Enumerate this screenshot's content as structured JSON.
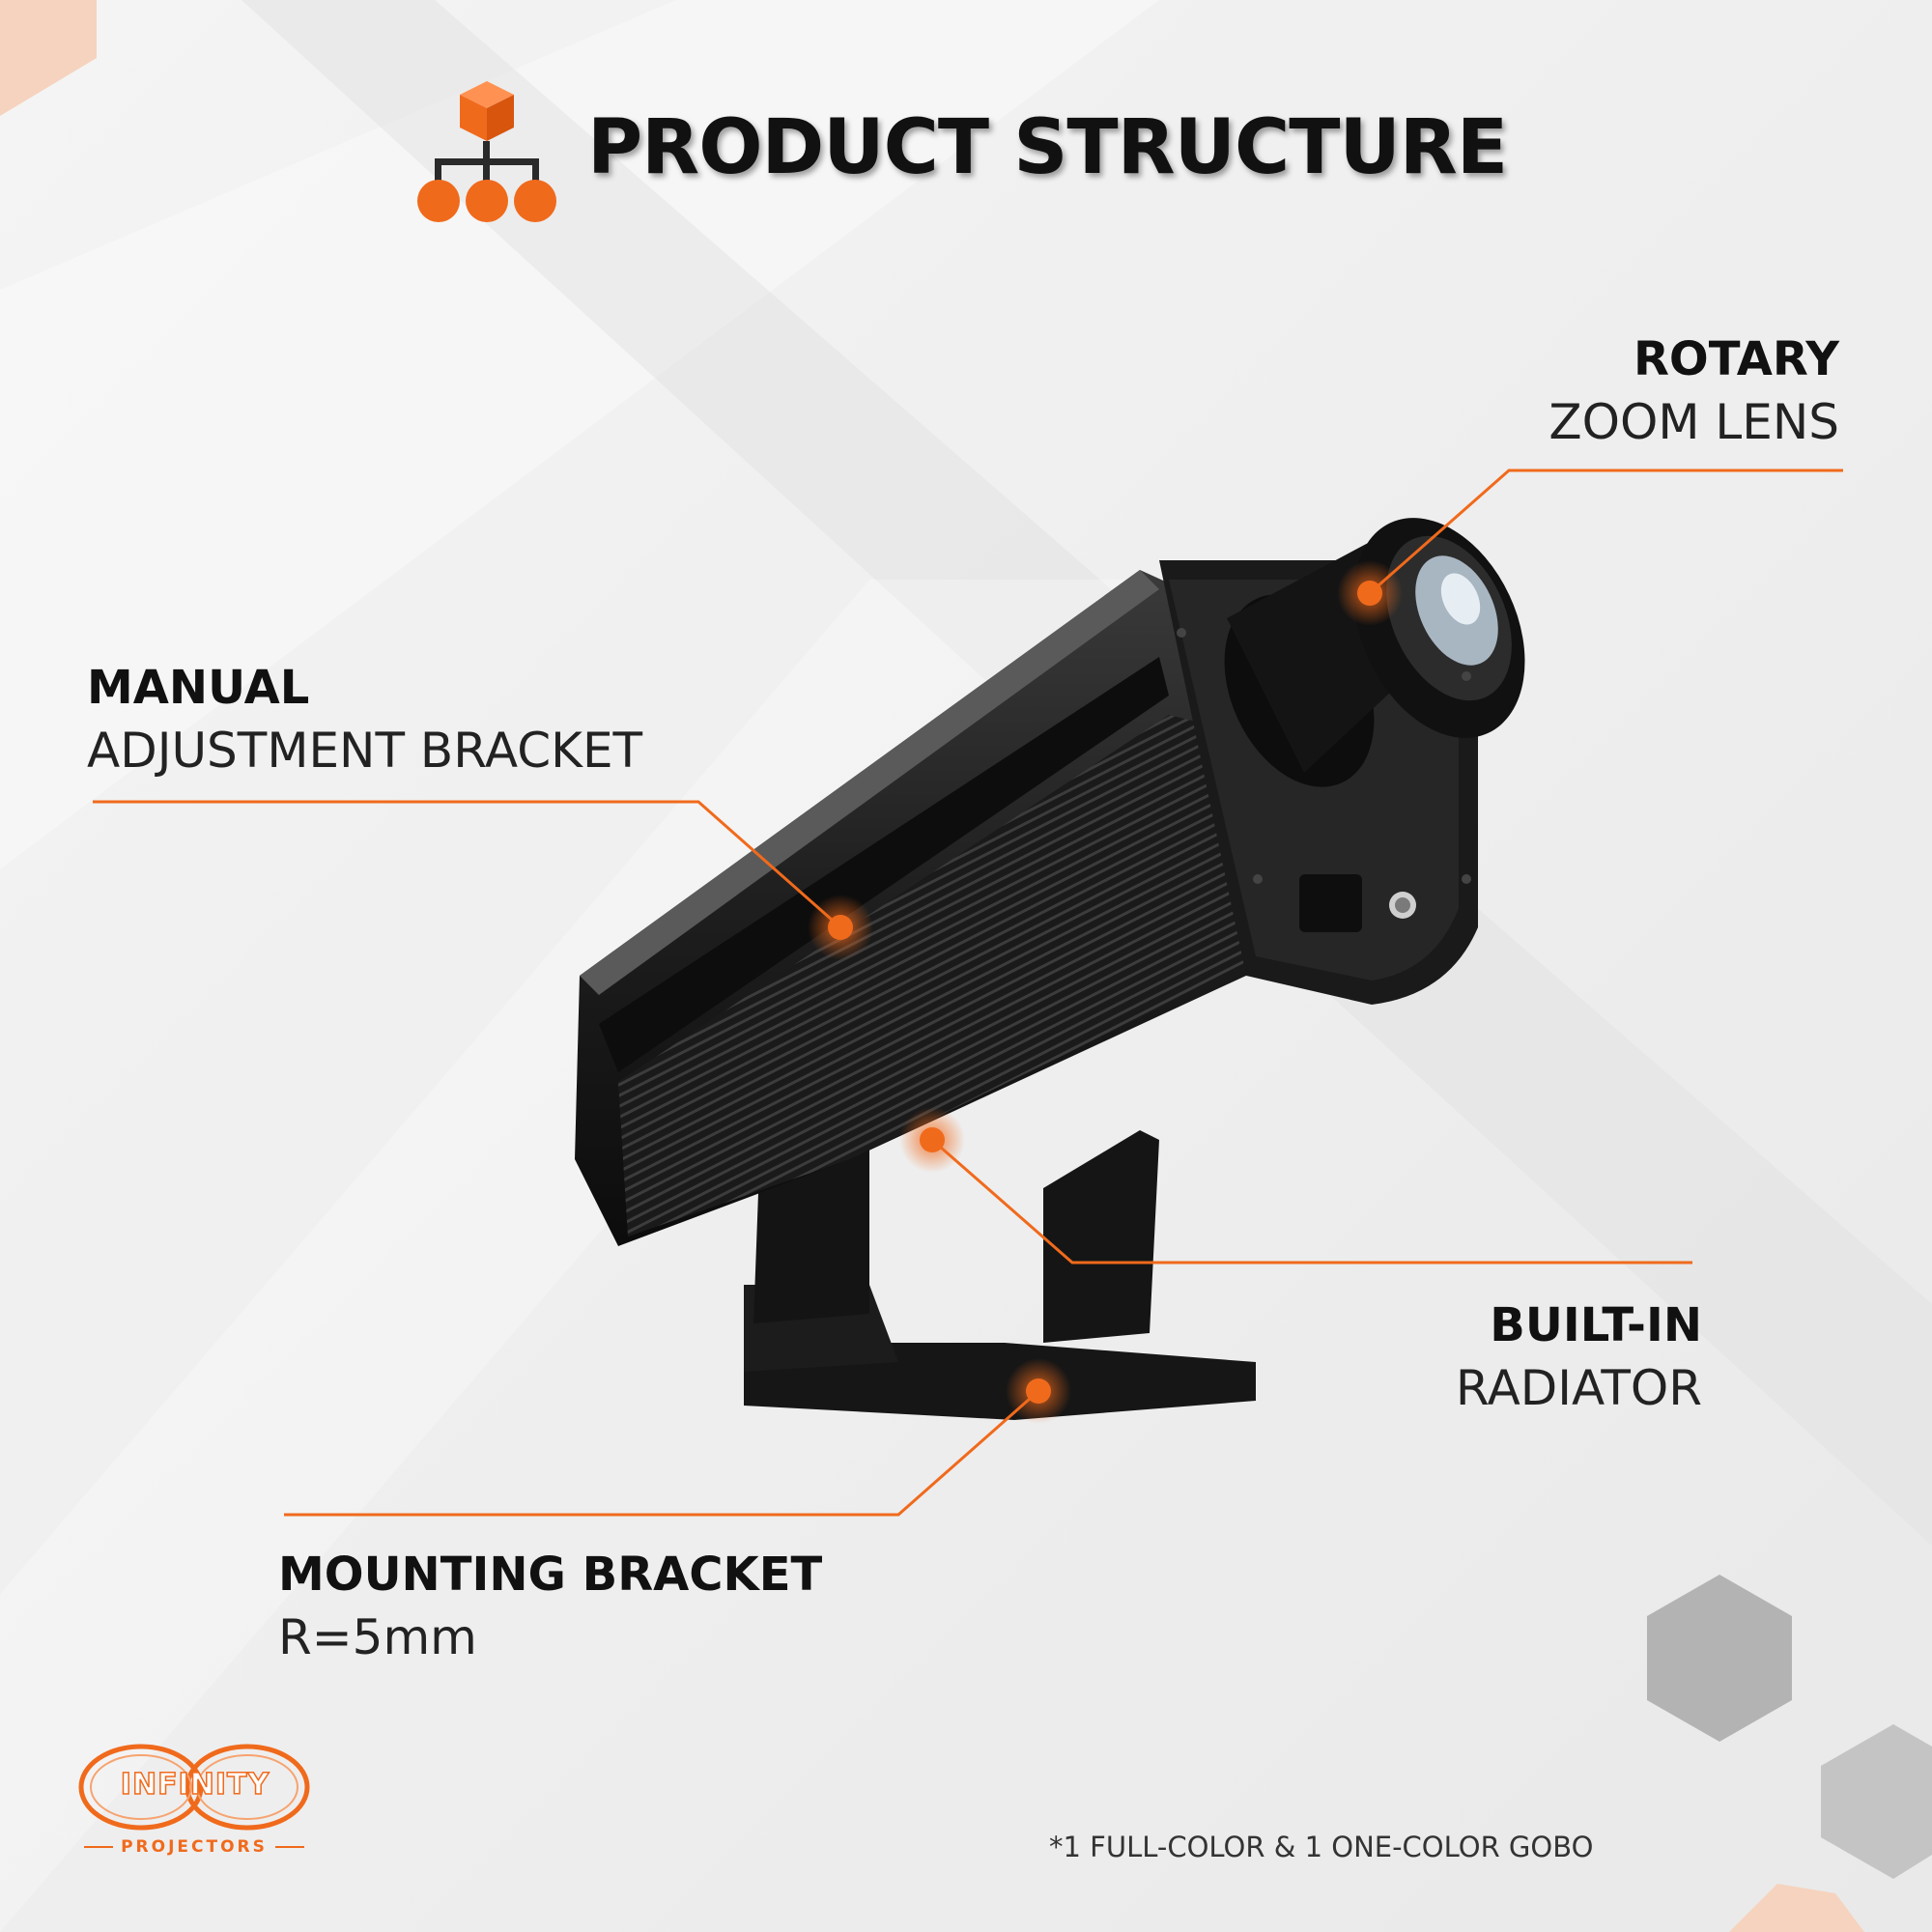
{
  "header": {
    "title": "PRODUCT STRUCTURE",
    "icon": "hierarchy-icon"
  },
  "callouts": {
    "lens": {
      "strong": "ROTARY",
      "light": "ZOOM LENS"
    },
    "manual": {
      "strong": "MANUAL",
      "light": "ADJUSTMENT BRACKET"
    },
    "radiator": {
      "strong": "BUILT-IN",
      "light": "RADIATOR"
    },
    "mounting": {
      "strong": "MOUNTING BRACKET",
      "light": "R=5mm"
    }
  },
  "footnote": "*1 FULL-COLOR & 1 ONE-COLOR GOBO",
  "logo": {
    "name": "INFINITY",
    "sub": "PROJECTORS"
  },
  "colors": {
    "accent": "#f06a1c",
    "background": "#efefef",
    "text": "#111111",
    "hexagon": "#b3b3b3"
  }
}
